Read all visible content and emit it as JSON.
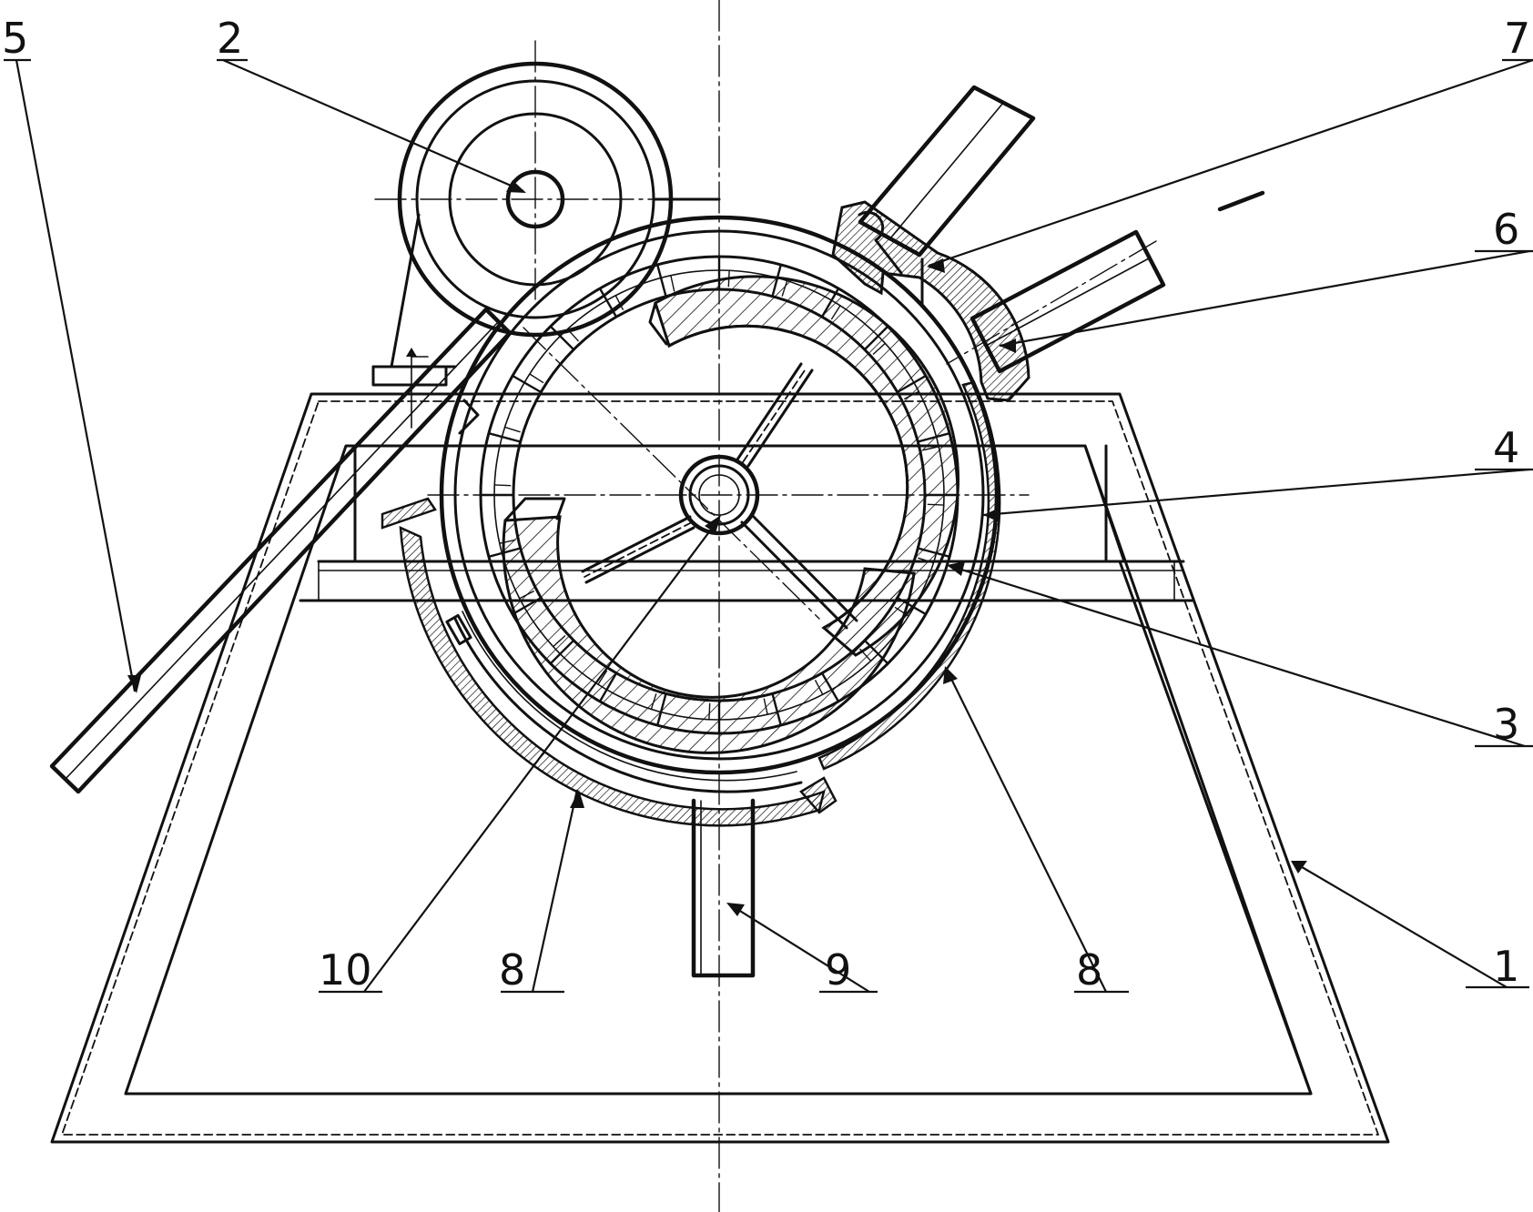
{
  "labels": {
    "l1": "1",
    "l2": "2",
    "l3": "3",
    "l4": "4",
    "l5": "5",
    "l6": "6",
    "l7": "7",
    "l8a": "8",
    "l8b": "8",
    "l9": "9",
    "l10": "10"
  }
}
